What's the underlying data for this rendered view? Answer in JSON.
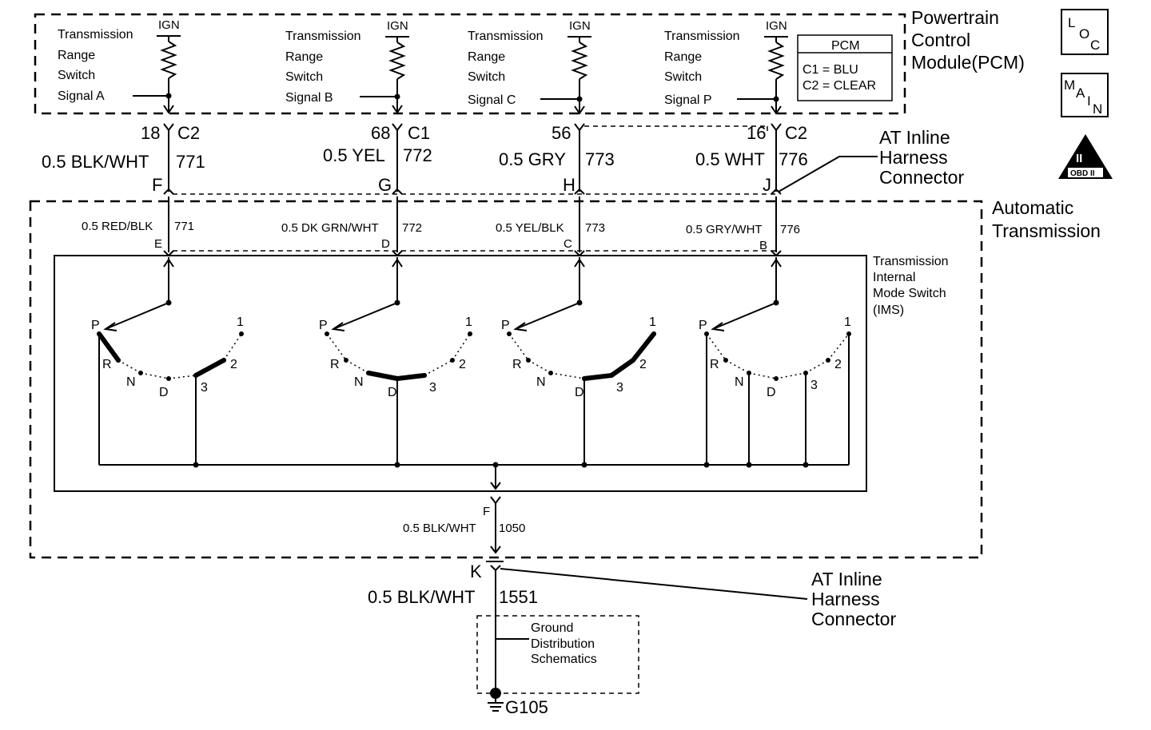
{
  "pcm": {
    "title": [
      "Powertrain",
      "Control",
      "Module(PCM)"
    ],
    "ign": "IGN",
    "legend_title": "PCM",
    "legend_c1": "C1 = BLU",
    "legend_c2": "C2 = CLEAR",
    "inputs": [
      {
        "lines": [
          "Transmission",
          "Range",
          "Switch",
          "Signal A"
        ]
      },
      {
        "lines": [
          "Transmission",
          "Range",
          "Switch",
          "Signal B"
        ]
      },
      {
        "lines": [
          "Transmission",
          "Range",
          "Switch",
          "Signal C"
        ]
      },
      {
        "lines": [
          "Transmission",
          "Range",
          "Switch",
          "Signal P"
        ]
      }
    ]
  },
  "pcm_pins": [
    {
      "pin": "18",
      "conn": "C2"
    },
    {
      "pin": "68",
      "conn": "C1"
    },
    {
      "pin": "56",
      "conn": ""
    },
    {
      "pin": "16",
      "conn": "C2"
    }
  ],
  "upper_wires": [
    {
      "gauge_color": "0.5 BLK/WHT",
      "circuit": "771",
      "terminal": "F"
    },
    {
      "gauge_color": "0.5 YEL",
      "circuit": "772",
      "terminal": "G"
    },
    {
      "gauge_color": "0.5 GRY",
      "circuit": "773",
      "terminal": "H"
    },
    {
      "gauge_color": "0.5 WHT",
      "circuit": "776",
      "terminal": "J"
    }
  ],
  "inline_connector": [
    "AT Inline",
    "Harness",
    "Connector"
  ],
  "automatic_transmission": [
    "Automatic",
    "Transmission"
  ],
  "lower_wires": [
    {
      "gauge_color": "0.5 RED/BLK",
      "circuit": "771",
      "terminal": "E"
    },
    {
      "gauge_color": "0.5 DK GRN/WHT",
      "circuit": "772",
      "terminal": "D"
    },
    {
      "gauge_color": "0.5 YEL/BLK",
      "circuit": "773",
      "terminal": "C"
    },
    {
      "gauge_color": "0.5 GRY/WHT",
      "circuit": "776",
      "terminal": "B"
    }
  ],
  "ims": {
    "title": [
      "Transmission",
      "Internal",
      "Mode Switch",
      "(IMS)"
    ],
    "positions": [
      "P",
      "R",
      "N",
      "D",
      "3",
      "2",
      "1"
    ]
  },
  "ground_wire": {
    "terminal": "F",
    "gauge_color": "0.5 BLK/WHT",
    "circuit": "1050"
  },
  "ground_wire_lower": {
    "terminal": "K",
    "gauge_color": "0.5 BLK/WHT",
    "circuit": "1551"
  },
  "inline_connector_k": [
    "AT Inline",
    "Harness",
    "Connector"
  ],
  "ground_dist": [
    "Ground",
    "Distribution",
    "Schematics"
  ],
  "ground": "G105",
  "icons": {
    "loc": [
      "L",
      "O",
      "C"
    ],
    "main": [
      "M",
      "A",
      "I",
      "N"
    ],
    "obd": {
      "top": "II",
      "bottom": "OBD II"
    }
  }
}
